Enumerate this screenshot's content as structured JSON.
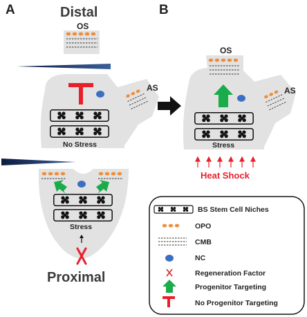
{
  "figure": {
    "panel_a": "A",
    "panel_b": "B",
    "distal": "Distal",
    "proximal": "Proximal"
  },
  "labels": {
    "os": "OS",
    "as": "AS",
    "no_stress": "No Stress",
    "stress": "Stress",
    "heat_shock": "Heat Shock"
  },
  "legend": {
    "items": [
      {
        "symbol": "bs-stem-cell-niches",
        "label": "BS Stem Cell Niches"
      },
      {
        "symbol": "opo",
        "label": "OPO"
      },
      {
        "symbol": "cmb",
        "label": "CMB"
      },
      {
        "symbol": "nc",
        "label": "NC"
      },
      {
        "symbol": "regeneration-factor",
        "label": "Regeneration Factor"
      },
      {
        "symbol": "progenitor-targeting",
        "label": "Progenitor Targeting"
      },
      {
        "symbol": "no-progenitor-targeting",
        "label": "No Progenitor Targeting"
      }
    ]
  },
  "colors": {
    "tissue": "#e2e2e2",
    "opo": "#ee8e3c",
    "nc": "#3a6fc4",
    "green_arrow": "#1aab4b",
    "red": "#e8202a",
    "gradient_dark": "#0d1b3e"
  }
}
